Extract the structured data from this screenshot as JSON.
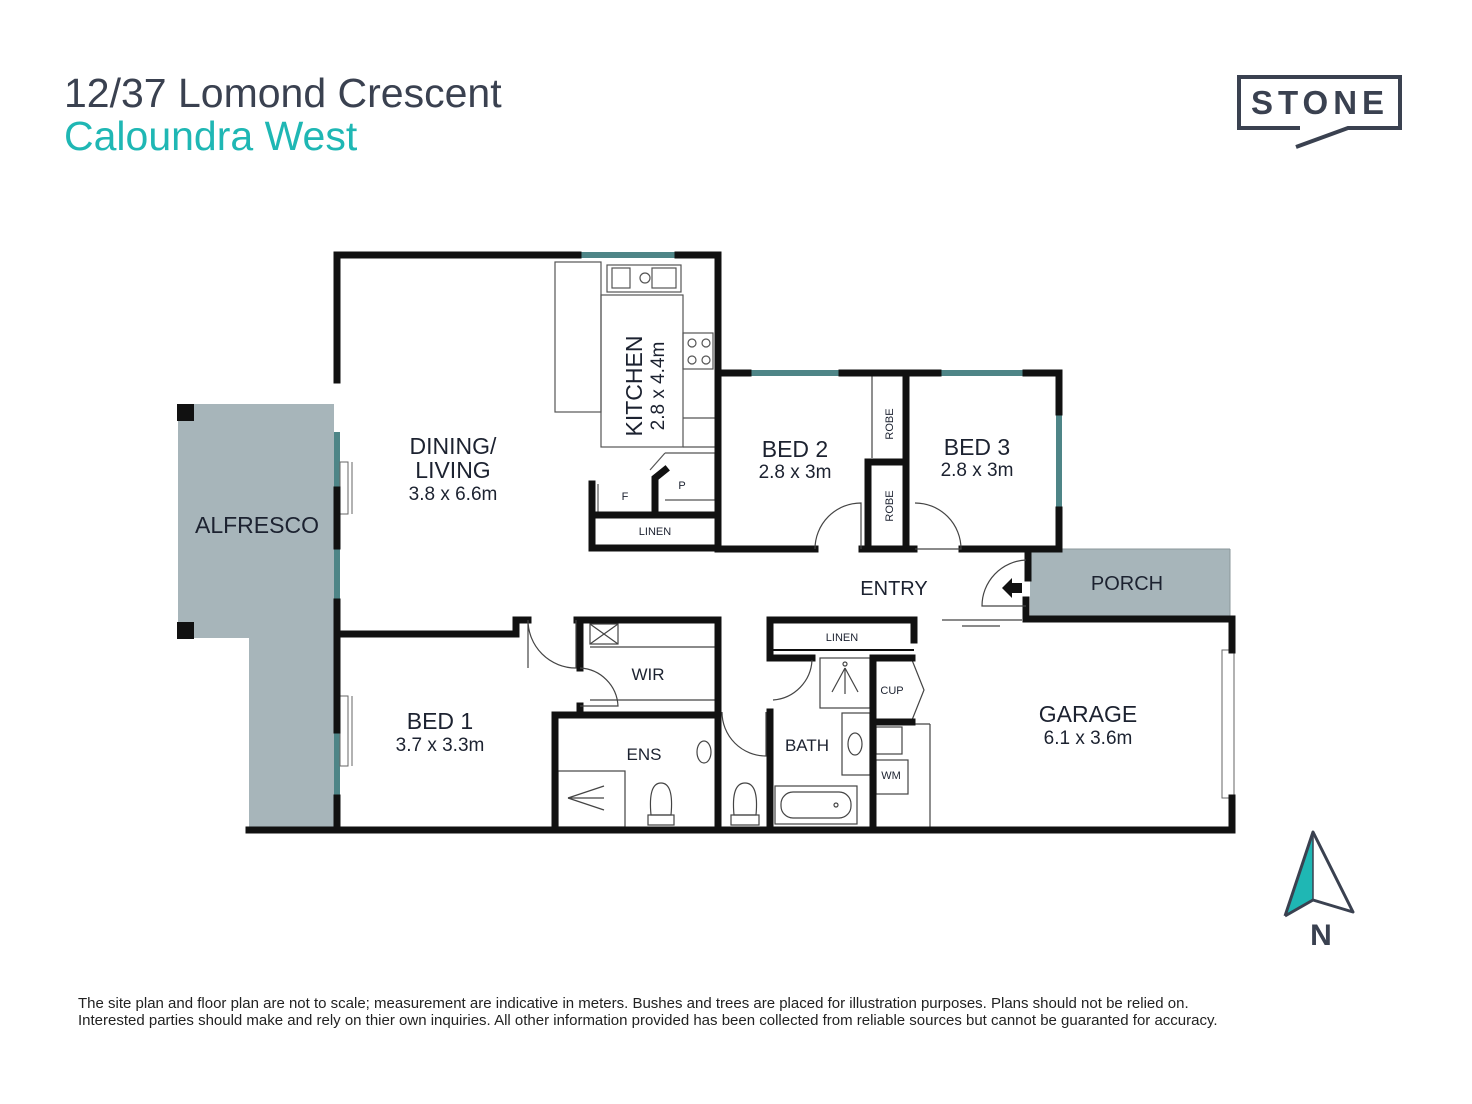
{
  "header": {
    "address": "12/37 Lomond Crescent",
    "suburb": "Caloundra West"
  },
  "brand": {
    "name": "STONE",
    "color": "#3a4150"
  },
  "colors": {
    "accent": "#1fb7b4",
    "outdoor_fill": "#a7b5ba",
    "wall": "#111111",
    "window": "#4e8587"
  },
  "rooms": {
    "dining_living": {
      "name_line1": "DINING/",
      "name_line2": "LIVING",
      "size": "3.8 x 6.6m"
    },
    "kitchen": {
      "name": "KITCHEN",
      "size": "2.8 x 4.4m"
    },
    "bed2": {
      "name": "BED 2",
      "size": "2.8 x 3m"
    },
    "bed3": {
      "name": "BED 3",
      "size": "2.8 x 3m"
    },
    "bed1": {
      "name": "BED 1",
      "size": "3.7 x 3.3m"
    },
    "garage": {
      "name": "GARAGE",
      "size": "6.1 x 3.6m"
    },
    "alfresco": {
      "name": "ALFRESCO"
    },
    "porch": {
      "name": "PORCH"
    },
    "entry": {
      "name": "ENTRY"
    },
    "wir": {
      "name": "WIR"
    },
    "ens": {
      "name": "ENS"
    },
    "bath": {
      "name": "BATH"
    }
  },
  "fixtures": {
    "robe_upper": "ROBE",
    "robe_lower": "ROBE",
    "linen_kitchen": "LINEN",
    "linen_hall": "LINEN",
    "fridge": "F",
    "pantry": "P",
    "cupboard": "CUP",
    "washing_machine": "WM"
  },
  "compass": {
    "label": "N"
  },
  "disclaimer": {
    "line1": "The site plan and floor plan are not to scale; measurement are indicative in meters. Bushes and trees are placed for illustration purposes. Plans should not be relied on.",
    "line2": "Interested parties should make and rely on thier own inquiries. All other information provided has been collected from reliable sources but cannot be guaranted for accuracy."
  }
}
